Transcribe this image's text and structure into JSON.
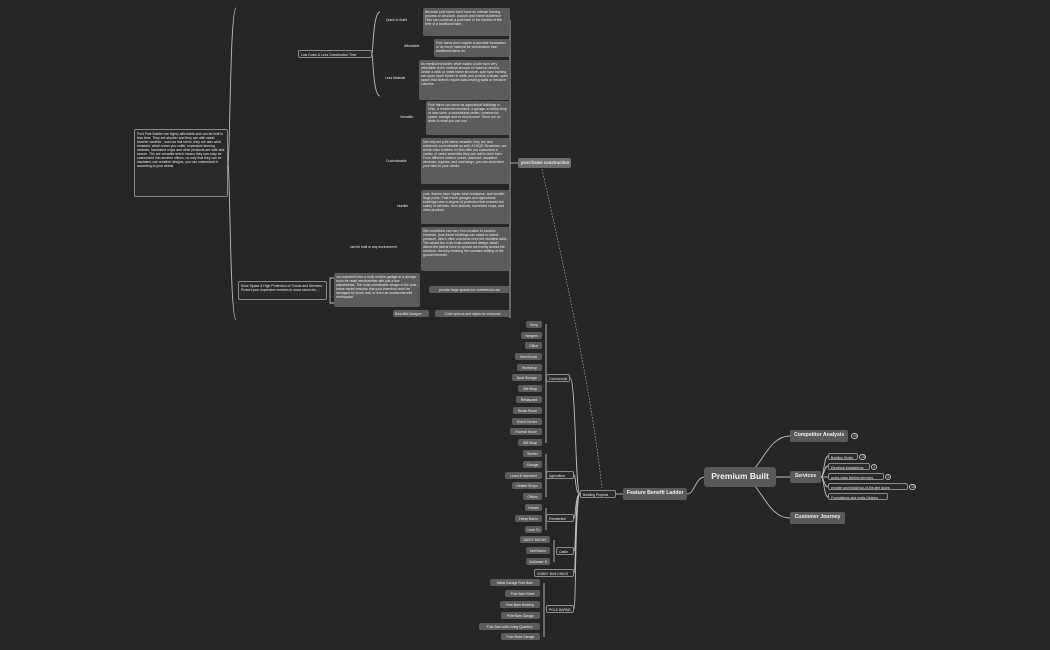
{
  "root": "Premium Built",
  "branches": {
    "competitor": {
      "label": "Competitor Analysis",
      "badge": "29"
    },
    "services": {
      "label": "Services",
      "items": [
        {
          "label": "Building Styles",
          "badge": "15"
        },
        {
          "label": "Electrical installations",
          "badge": "3"
        },
        {
          "label": "world-class lighting services",
          "badge": "3"
        },
        {
          "label": "provide and install top-of-the-line doors",
          "badge": "16"
        },
        {
          "label": "Foundations and posts Options"
        }
      ]
    },
    "journey": {
      "label": "Customer Journey"
    },
    "ladder": {
      "label": "Feature Benefit Ladder"
    }
  },
  "building_projects": {
    "label": "Building Projects",
    "commercial": {
      "label": "Commercial",
      "items": [
        "Shop",
        "Hangers",
        "Office",
        "Warehouse",
        "Workshop",
        "Boat Storage",
        "Gift Shop",
        "Restaurant",
        "Break Room",
        "Event Center",
        "Funeral Home",
        "Gift Shop"
      ]
    },
    "agriculture": {
      "label": "Agriculture",
      "items": [
        "Shelter",
        "Storage",
        "Lined & Insulated",
        "Heated Shops",
        "Offices"
      ]
    },
    "residential": {
      "label": "Residential",
      "items": [
        "Homes",
        "Horse Barns",
        "Lean To"
      ]
    },
    "cattle": {
      "label": "Cattle",
      "items": [
        "DAIRY BARNS",
        "beef barns",
        "Sublease: 8"
      ]
    },
    "hobby": {
      "label": "HOBBY BUILDINGS"
    },
    "pole_barns": {
      "label": "POLE BARNS",
      "items": [
        "Metal Garage Pole Barn",
        "Pole Barn Shed",
        "Pole Barn Building",
        "Pole Barn Garage",
        "Pole Barn with Living Quarters",
        "Pole Shed Garage"
      ]
    }
  },
  "post_frame": {
    "label": "post-frame construction",
    "low_costs": {
      "label": "Low Costs & Less Construction Time",
      "quick": {
        "label": "Quick to Build",
        "text": "Because pole barns don't have an intense framing process or structure, custom post frame builders in Ohio can construct a pole barn in the fraction of the time of a traditional barn."
      },
      "affordable": {
        "label": "Affordable",
        "text": "Pole barns don't require a concrete foundation or as much material for construction than traditional barns do."
      },
      "less_material": {
        "label": "Less Material",
        "text": "As mentioned earlier, what makes a pole barn very affordable is the minimal amount of material needed. Unlike a stick or metal frame structure, pole barn framing can span much further in width and provide a broad, open space that doesn't require load-bearing walls or intrusive columns."
      }
    },
    "versatile": {
      "label": "Versatile",
      "text": "Pole barns can serve as agricultural buildings in Ohio, a residential structure, a garage, a hobby shop or man cave, a recreational center, commercial space, storage and so much more! There are no limits to what you can use."
    },
    "customizable": {
      "label": "Customizable",
      "text": "Not only are pole barns versatile, they are also extremely customizable as well. At MQS Structures, our Amish barn builders in Ohio offer our customers a variety of useful amenities they can add to their barn. From different exterior colors, wainscot, insulated windows, cupolas, and overhangs, you can customize your barn to your needs."
    },
    "sturdier": {
      "label": "sturdier",
      "text": "post- frames have higher wind resistance, and sturdier large posts. Post-frame garages and agricultural buildings have a degree of protection that ensures the safety of vehicles, farm animals, harvested crops, and other produce."
    },
    "environment": {
      "label": "can be built in any environment",
      "text": "Site conditions can vary from location to location. However, post-frame buildings can adapt to lateral pressure, which often overturns even the sturdiest walls. The secret lies in its multi-columned design, which allows the lateral force to spread out evenly across the structure, thereby resisting the constant shifting of the ground beneath."
    },
    "more_space": {
      "label": "More Space & High Protection of Goods and Services. Protect your expensive vehicles in snow storm etc...",
      "text": "can transform into a multi-vehicle garage or a storage room for retail merchandise with just a few adjustments. The most unshakable design of the post-frame model ensures that your inventory won't be damaged by snow, hail, or even an occasional wild earthquake.",
      "leaf": "provide large spaces for commercial use"
    },
    "beautiful": {
      "label": "Beautiful Designs",
      "leaf": "Color options and styles for everyone"
    }
  },
  "intro_note": "Post Pole Builder are highly affordable and can be built in less time. They are sturdier and they can with stand harsher weather , such as hail storm, they are also wind resistant, which mean you coffer, expensive farming vehicles, harvested crops and other products are safe and secure. The are versatile which means they can easy be customized into another offices, no only that they can be insulated, use creative designs, you can customized it according to your needs."
}
